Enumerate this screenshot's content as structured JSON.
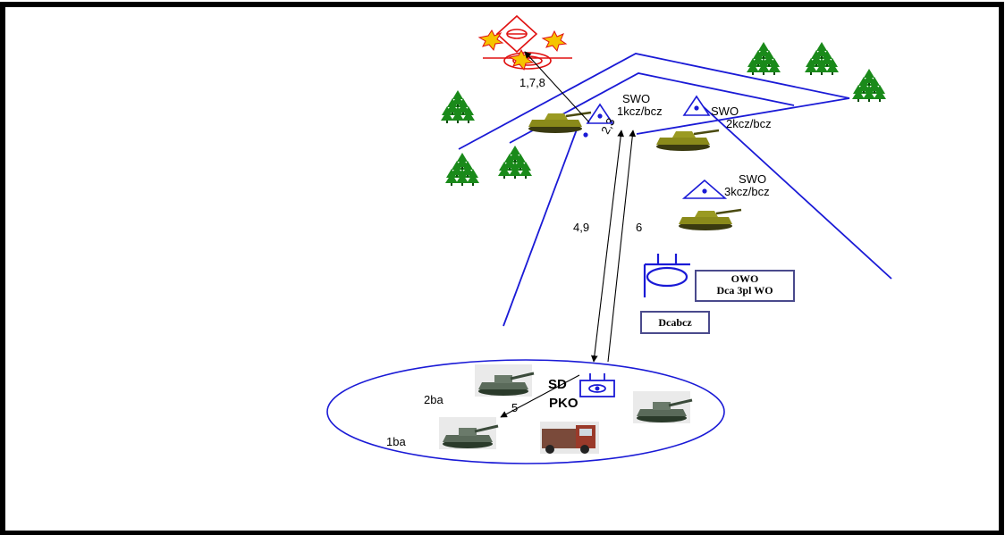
{
  "labels": {
    "route_1_7_8": "1,7,8",
    "route_2_3": "2,3",
    "route_4_9": "4,9",
    "route_6": "6",
    "route_5": "5",
    "swo1_line1": "SWO",
    "swo1_line2": "1kcz/bcz",
    "swo2_line1": "SWO",
    "swo2_line2": "2kcz/bcz",
    "swo3_line1": "SWO",
    "swo3_line2": "3kcz/bcz",
    "owo_line1": "OWO",
    "owo_line2": "Dca 3pl WO",
    "dcabcz": "Dcabcz",
    "sd": "SD",
    "pko": "PKO",
    "ba1": "1ba",
    "ba2": "2ba"
  },
  "colors": {
    "frame": "#000000",
    "lines": "#1a1ad6",
    "target": "#e01010",
    "trees": "#1a8a1a",
    "box_border": "#4a4a8c"
  }
}
